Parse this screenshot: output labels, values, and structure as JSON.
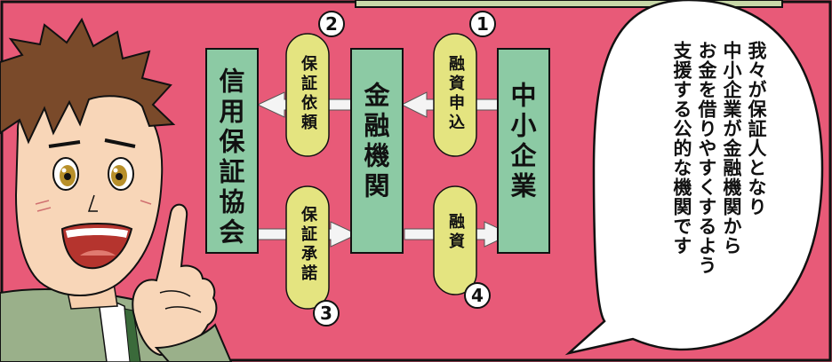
{
  "colors": {
    "background": "#e85a78",
    "box_fill": "#8ccaa4",
    "pill_fill": "#e4e480",
    "arrow": "#f4f4f4",
    "balloon": "#ffffff",
    "outline": "#111111"
  },
  "flow": {
    "lender": "信用保証協会",
    "bank": "金融機関",
    "borrower": "中小企業",
    "steps": [
      {
        "number": "1",
        "label": "融資申込"
      },
      {
        "number": "2",
        "label": "保証依頼"
      },
      {
        "number": "3",
        "label": "保証承諾"
      },
      {
        "number": "4",
        "label": "融資"
      }
    ]
  },
  "speech": {
    "lines": [
      "我々が保証人となり",
      "中小企業が金融機関から",
      "お金を借りやすくするよう",
      "支援する公的な機関です"
    ]
  },
  "character": {
    "description": "young man with brown hair pointing up"
  }
}
